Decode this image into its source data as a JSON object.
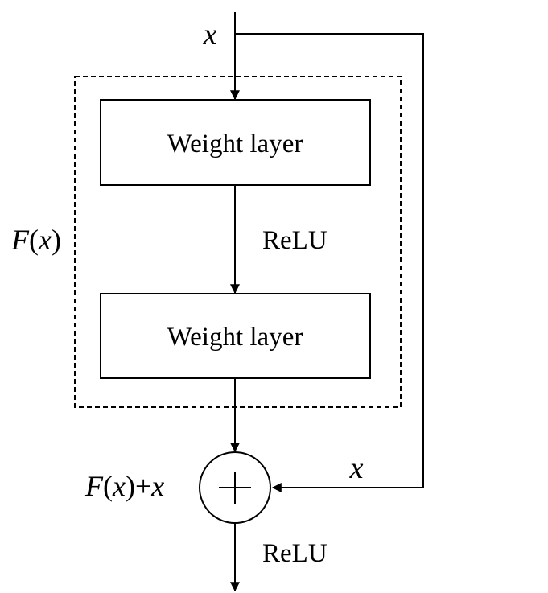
{
  "diagram": {
    "input_label": "x",
    "block_top_label": "Weight layer",
    "activation_mid_label": "ReLU",
    "block_bottom_label": "Weight layer",
    "residual_func": {
      "fn": "F",
      "open": "(",
      "arg": "x",
      "close": ")"
    },
    "sum_output": {
      "fn": "F",
      "open": "(",
      "arg": "x",
      "close": ")",
      "plus": "+",
      "x": "x"
    },
    "shortcut_label": "x",
    "adder_symbol": "+",
    "activation_out_label": "ReLU"
  }
}
